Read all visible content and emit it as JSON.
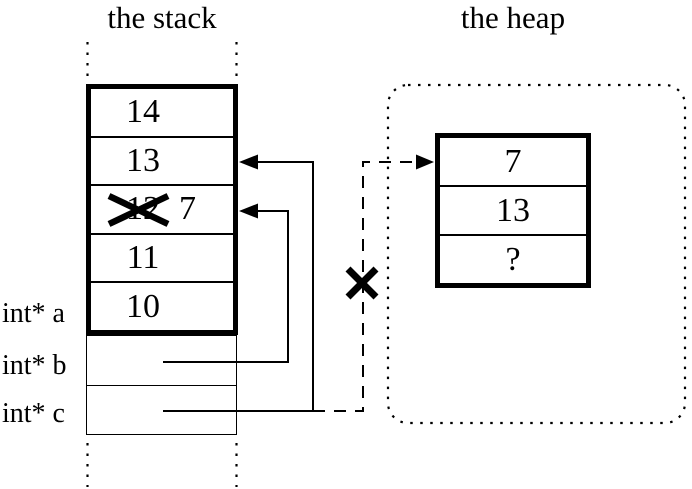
{
  "diagram": {
    "stack": {
      "title": "the stack",
      "cells": [
        "14",
        "13",
        "12",
        "11",
        "10"
      ],
      "overwrite_value": "7",
      "pointer_labels": [
        "int* a",
        "int* b",
        "int* c"
      ]
    },
    "heap": {
      "title": "the heap",
      "cells": [
        "7",
        "13",
        "?"
      ]
    },
    "colors": {
      "line": "#000000",
      "background": "#ffffff"
    }
  }
}
